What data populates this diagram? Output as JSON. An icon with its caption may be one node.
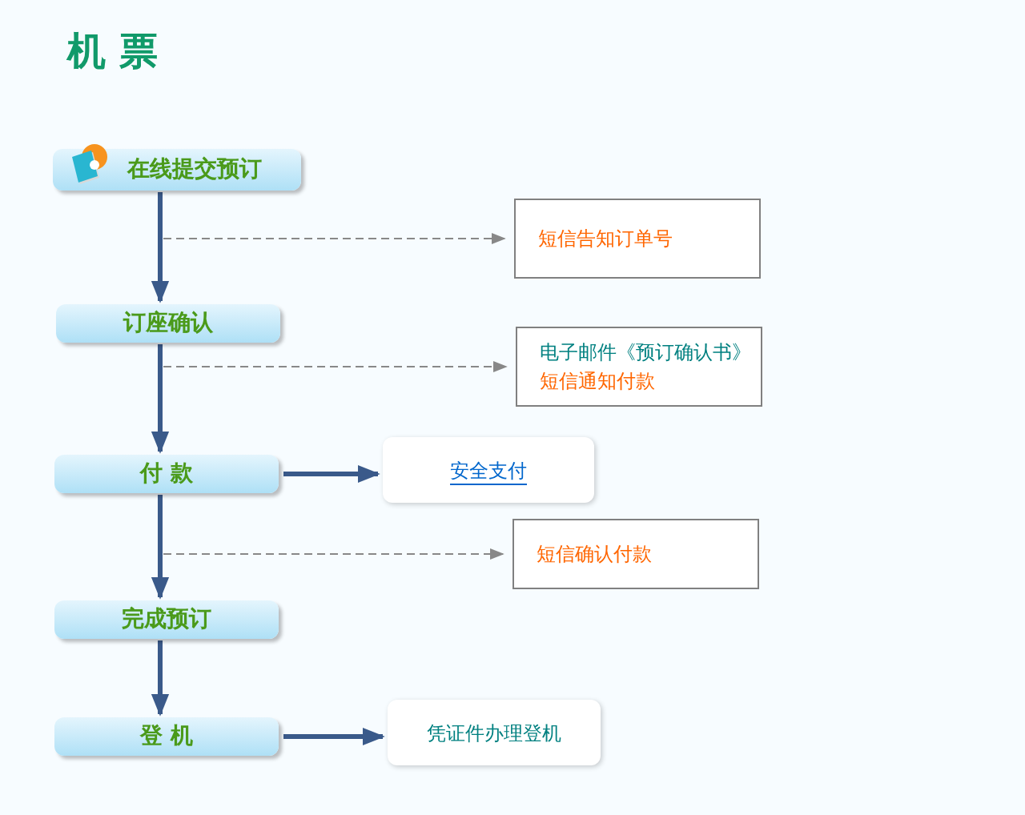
{
  "diagram": {
    "title": "机 票",
    "nodes": [
      {
        "text": [
          "在线提交预订"
        ]
      },
      {
        "text": [
          "短信告知订单号"
        ]
      },
      {
        "text": [
          "订座确认"
        ]
      },
      {
        "text": [
          "电子邮件《预订确认书》",
          "短信通知付款"
        ]
      },
      {
        "text": [
          "付 款"
        ]
      },
      {
        "text": [
          "安全支付"
        ]
      },
      {
        "text": [
          "短信确认付款"
        ]
      },
      {
        "text": [
          "完成预订"
        ]
      },
      {
        "text": [
          "登 机"
        ]
      },
      {
        "text": [
          "凭证件办理登机"
        ]
      }
    ],
    "edges": [
      {
        "from": 0,
        "to": 2,
        "arrow": "to"
      },
      {
        "from": null,
        "to": 1,
        "arrow": "to",
        "style": "dashed",
        "color": "#888888"
      },
      {
        "from": 2,
        "to": 4,
        "arrow": "to"
      },
      {
        "from": null,
        "to": 3,
        "arrow": "to",
        "style": "dashed",
        "color": "#888888"
      },
      {
        "from": 4,
        "to": 5,
        "arrow": "to"
      },
      {
        "from": 4,
        "to": 7,
        "arrow": "to"
      },
      {
        "from": null,
        "to": 6,
        "arrow": "to",
        "style": "dashed",
        "color": "#888888"
      },
      {
        "from": 7,
        "to": 8,
        "arrow": "to"
      },
      {
        "from": 8,
        "to": 9,
        "arrow": "to"
      }
    ]
  }
}
